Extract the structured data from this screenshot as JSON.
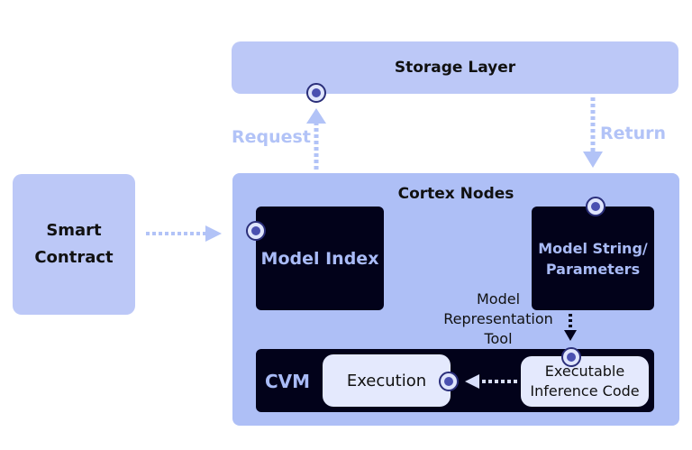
{
  "storage": {
    "label": "Storage Layer"
  },
  "smart_contract": {
    "line1": "Smart",
    "line2": "Contract"
  },
  "cortex": {
    "title": "Cortex Nodes",
    "model_index": "Model Index",
    "model_string": {
      "line1": "Model String/",
      "line2": "Parameters"
    },
    "mrt": {
      "line1": "Model",
      "line2": "Representation",
      "line3": "Tool"
    },
    "cvm": {
      "label": "CVM",
      "execution": "Execution",
      "exec_code": {
        "line1": "Executable",
        "line2": "Inference Code"
      }
    }
  },
  "arrows": {
    "request": "Request",
    "return": "Return"
  },
  "colors": {
    "light_blue": "#bcc8f7",
    "panel_blue": "#aebff6",
    "dark_navy": "#02021a",
    "arrow_blue": "#b2c3f7",
    "port_ring": "#3a3f9e"
  }
}
